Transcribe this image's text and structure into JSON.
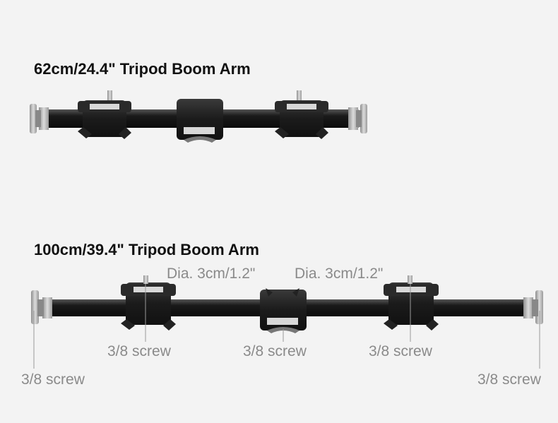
{
  "product_small": {
    "title": "62cm/24.4\" Tripod Boom Arm"
  },
  "product_large": {
    "title": "100cm/39.4\" Tripod Boom Arm",
    "labels": {
      "dia_left": "Dia. 3cm/1.2\"",
      "dia_right": "Dia. 3cm/1.2\"",
      "screw_left_clamp": "3/8 screw",
      "screw_center_clamp": "3/8 screw",
      "screw_right_clamp": "3/8 screw",
      "screw_left_end": "3/8 screw",
      "screw_right_end": "3/8 screw"
    }
  },
  "colors": {
    "background": "#f3f3f3",
    "rod": "#1a1a1a",
    "metal": "#b9b9b9",
    "label_gray": "#8a8a8a"
  }
}
